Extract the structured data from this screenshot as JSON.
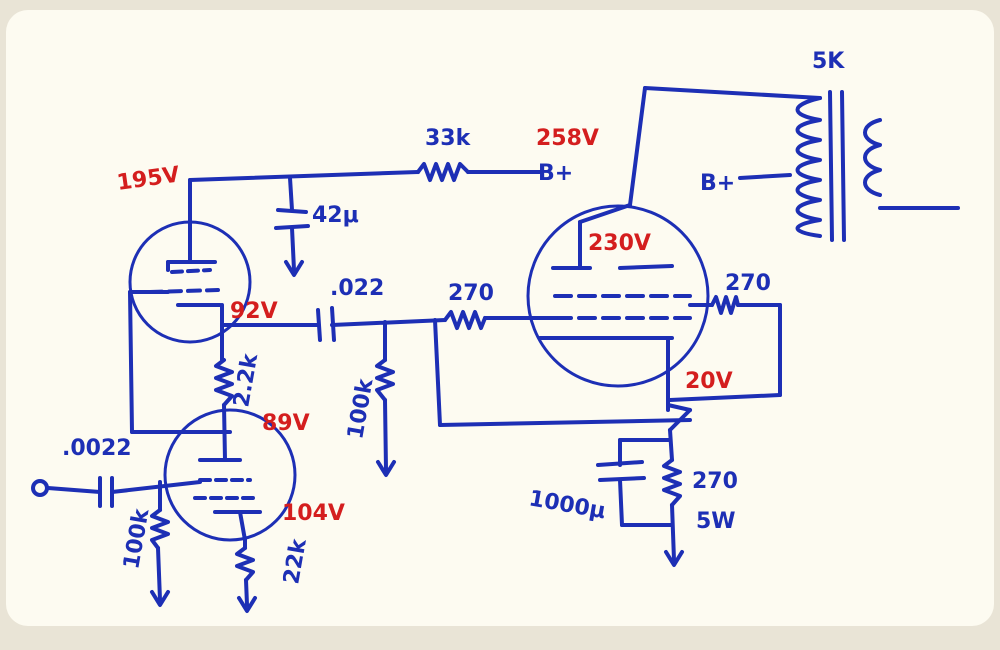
{
  "colors": {
    "ink": "#1d2fb5",
    "voltage": "#d41e1e",
    "paper": "#fdfbf1"
  },
  "labels": {
    "transformer": "5K",
    "r_dropper": "33k",
    "bplus_top": "B+",
    "bplus_xfmr": "B+",
    "cap_filter": "42μ",
    "cap_coupling": ".022",
    "grid_stop_1": "270",
    "grid_stop_2": "270",
    "r_plate": "2.2k",
    "r_grid_leak": "100k",
    "cap_input": ".0022",
    "r_input": "100k",
    "r_cathode": "22k",
    "r_cathode_power": "270",
    "r_cathode_power_rating": "5W",
    "cap_bypass": "1000μ"
  },
  "voltages": {
    "bplus": "258V",
    "v1_plate": "195V",
    "v1_cathode": "92V",
    "v2_plate": "89V",
    "v2_cathode": "104V",
    "power_plate": "230V",
    "power_cathode": "20V"
  }
}
